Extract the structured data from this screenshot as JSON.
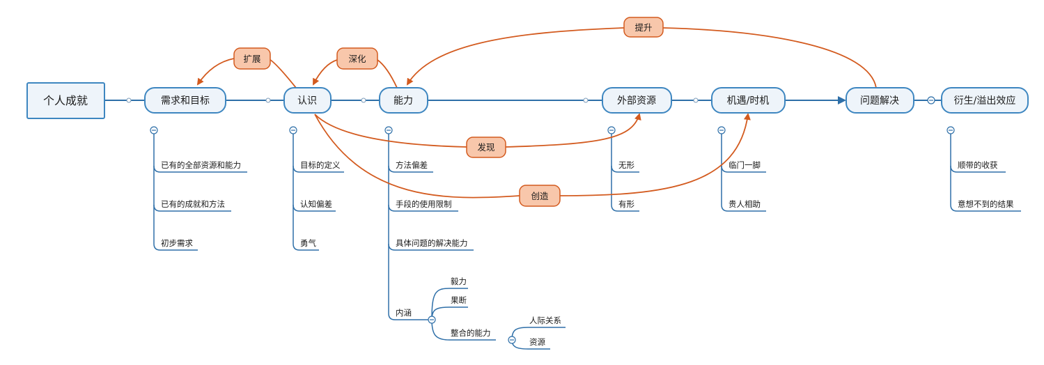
{
  "root": "个人成就",
  "main_topics": {
    "needs": "需求和目标",
    "cognition": "认识",
    "ability": "能力",
    "external": "外部资源",
    "opportunity": "机遇/时机",
    "solve": "问题解决",
    "derived": "衍生/溢出效应"
  },
  "subtopics": {
    "needs": [
      "已有的全部资源和能力",
      "已有的成就和方法",
      "初步需求"
    ],
    "cognition": [
      "目标的定义",
      "认知偏差",
      "勇气"
    ],
    "ability": [
      "方法偏差",
      "手段的使用限制",
      "具体问题的解决能力",
      "内涵"
    ],
    "connotation": [
      "毅力",
      "果断",
      "整合的能力"
    ],
    "integration": [
      "人际关系",
      "资源"
    ],
    "external": [
      "无形",
      "有形"
    ],
    "opportunity": [
      "临门一脚",
      "贵人相助"
    ],
    "derived": [
      "顺带的收获",
      "意想不到的结果"
    ]
  },
  "relationships": {
    "expand": "扩展",
    "deepen": "深化",
    "improve": "提升",
    "discover": "发现",
    "create": "创造"
  },
  "colors": {
    "topic_fill": "#eef4fa",
    "topic_border": "#3d86c0",
    "branch_line": "#2e6fa8",
    "relation_line": "#d35a1e",
    "relation_fill": "#f8c7ab"
  }
}
